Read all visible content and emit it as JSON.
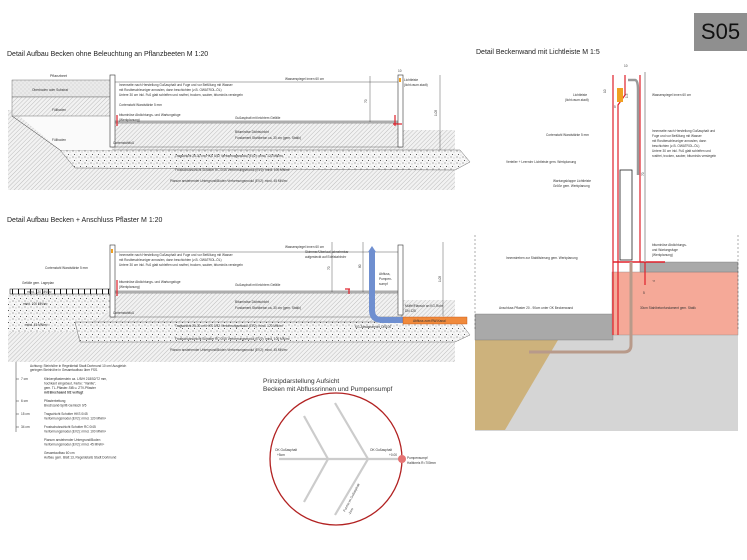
{
  "sheet_badge": "S05",
  "detail1": {
    "title": "Detail Aufbau Becken ohne Beleuchtung an Pflanzbeeten M 1:20",
    "labels": {
      "pflanzbeet": "Pflanzbeet",
      "oberboden": "Oberboden oder Substrat",
      "fuellboden1": "Füllboden",
      "fuellboden2": "Füllboden",
      "wasserspiegel": "Wasserspiegel innen 60 cm",
      "innenseite1": "Innenseite nach Herstellung Gußasphalt und Fuge und vor Befüllung mit Wasser",
      "innenseite2": "mit Rostbeschleuniger annoslen, dann beschichten (z.B. OWATROL-ÖL)",
      "innenseite3": "Untere 30 cm inkl. Fuß glatt schleifen und rostfrei, trocken, sauber, bituminös versiegeln",
      "cortenstahl": "Cortenstahl Wandstärke 5 mm",
      "fuge1": "bituminöse Abdichtungs- und Wartungsfuge",
      "fuge2": "(Werkplanung)",
      "gussasphalt": "Gußasphalt mit leichtem Gefälle",
      "dichtschicht": "Bituminöse Dichtschicht",
      "fundament": "Fundament Stahlbeton ca. 30 cm (gem. Statik)",
      "cortenstahlfuss": "Cortenstahlfuß",
      "tragschicht": "Tragschicht 25-30 cm HKS 0/32 Verformungsmodul (EV2): mind. 120 MN/m²",
      "frostschutz": "Frostschutzschicht Schotter RC 0/45 Verformungsmodul (EV2): mind. 100 MN/m²",
      "planum": "Planum anstehender Untergrund/Boden Verformungsmodul (EV2): mind. 45 MN/m²",
      "lichtleiste1": "Lichtleiste",
      "lichtleiste2": "(licht.raum.stadt)",
      "dim_70": "70",
      "dim_105": "1.05",
      "dim_10": "10"
    }
  },
  "detail2": {
    "title": "Detail Aufbau Becken + Anschluss Pflaster M 1:20",
    "labels": {
      "wasserspiegel": "Wasserspiegel innen 60 cm",
      "cortenstahl": "Cortenstahl Wandstärke 5 mm",
      "gefaelle": "Gefälle gem. Lageplan",
      "mind120": "mind. 120 MN/m²",
      "mind100": "mind. 100 MN/m²",
      "mind45": "mind. 45 MN/m²",
      "innenseite1": "Innenseite nach Herstellung Gußasphalt und Fuge und vor Befüllung mit Wasser",
      "innenseite2": "mit Rostbeschleuniger annoslen, dann beschichten (z.B. OWATROL-ÖL)",
      "innenseite3": "Untere 30 cm inkl. Fuß glatt schleifen und rostfrei, trocken, sauber, bituminös versiegeln",
      "fuge1": "bituminöse Abdichtungs- und Wartungsfuge",
      "fuge2": "(Werkplanung)",
      "gussasphalt": "Gußasphalt mit leichtem Gefälle",
      "skimmer1": "Skimmer/Überlauf, abnehmbar",
      "skimmer2": "aufgesteckt auf Edelstahlrohr",
      "abfluss_pumpe1": "Abfluss,",
      "abfluss_pumpe2": "Pumpen-",
      "abfluss_pumpe3": "sumpf",
      "muffe1": "Muffe/Flansch an KG-Rohr",
      "muffe2": "DN 125",
      "abfluss_kanal": "Abfluss zum RW-Kanal",
      "dichtschicht": "Bituminöse Dichtschicht",
      "fundament": "Fundament Stahlbeton ca. 30 cm (gem. Statik)",
      "cortenstahlfuss": "Cortenstahlfuß",
      "tragschicht": "Tragschicht 25-30 cm HKS 0/32 Verformungsmodul (EV2): mind. 120 MN/m²",
      "frostschutz": "Frostschutzschicht Schotter RC 0/45 Verformungsmodul (EV2): mind. 100 MN/m²",
      "planum": "Planum anstehender Untergrund/Boden Verformungsmodul (EV2): mind. 45 MN/m²",
      "kg_rohr": "KG-Abwasserrohr DN100",
      "dim_70": "70",
      "dim_80": "80",
      "dim_105": "1.05"
    },
    "legend_note1": "Achtung: Steinhöhe in Regeldetail Stadt Dortmund 10 cm! Ausgleich",
    "legend_note2": "geringen Steinhöhe in Gesamtaufbau über FSS.",
    "layers": [
      {
        "depth": "7 cm",
        "lines": [
          "Klinkerpflasterstein ca. L/B/H 218/52/72 mm,",
          "hochkant eingebaut, Farbe: \"Vanille\",",
          "gem. TL-Pflaster-StB u. ZTV-Pflaster",
          "mit Brechsand 0/2 verfugt"
        ]
      },
      {
        "depth": "6 cm",
        "lines": [
          "Pflasterbettung",
          "Brechsand-Splitt-Gemisch 0/5"
        ]
      },
      {
        "depth": "15 cm",
        "lines": [
          "Tragschicht Schotter HKS 0/45",
          "Verformungsmodul (EV2): mind. 120 MN/m²"
        ]
      },
      {
        "depth": "34 cm",
        "lines": [
          "Frostschutzschicht Schotter RC 0/45",
          "Verformungsmodul (EV2): mind. 100 MN/m²"
        ]
      },
      {
        "depth": "",
        "lines": [
          "Planum anstehender Untergrund/Boden",
          "Verformungsmodul (EV2): mind. 45 MN/m²"
        ]
      },
      {
        "depth": "",
        "lines": [
          "Gesamtaufbau 60 cm",
          "Aufbau gem. Blatt 13, Regeldetails Stadt Dortmund"
        ]
      }
    ]
  },
  "plan": {
    "title1": "Prinzipdarstellung Aufsicht",
    "title2": "Becken mit Abflussrinnen und Pumpensumpf",
    "ok_left1": "OK Gußasphalt",
    "ok_left2": "+5cm",
    "ok_right1": "OK Gußasphalt",
    "ok_right2": "+0.00",
    "pumpe1": "Pumpensumpf",
    "pumpe2": "Halbkreis R=700mm",
    "furche1": "Furche im Gußasphalt",
    "furche2": "-2cm"
  },
  "detail3": {
    "title": "Detail Beckenwand mit Lichtleiste  M 1:5",
    "labels": {
      "lichtleiste1": "Lichtleiste",
      "lichtleiste2": "(licht.raum.stadt)",
      "wasserspiegel": "Wasserspiegel innen 60 cm",
      "cortenstahl": "Cortenstahl Wandstärke 5 mm",
      "innenseite1": "Innenseite nach Herstellung Gußasphalt und",
      "innenseite2": "Fuge und vor Befüllung mit Wasser",
      "innenseite3": "mit Rostbeschleuniger annoslen, dann",
      "innenseite4": "beschichten (z.B. OWATROL-ÖL)",
      "innenseite5": "Untere 30 cm inkl. Fuß glatt schleifen und",
      "innenseite6": "rostfrei, trocken, sauber, bituminös versiegeln",
      "verteiler": "Verteiler + Leerrohr Lichtleiste gem. Werkplanung",
      "wartung1": "Wartungsklappe Lichtleiste",
      "wartung2": "Größe gem. Werkplanung",
      "fuge1": "bituminöse Abdichtungs-",
      "fuge2": "und Wartungsfuge",
      "fuge3": "(Werkplanung)",
      "innenstreben": "Innenstreben zur Stabilisierung gem. Werkplanung",
      "anschluss": "Anschluss Pflaster 20 - 90cm unter OK Beckenwand",
      "fundament": "30cm Stahlbetonfundament gem. Statik",
      "dim_10a": "10",
      "dim_10b": "10",
      "dim_15": "1.5",
      "dim_5a": "5",
      "dim_5b": "5",
      "dim_4": "4",
      "dim_70": "70"
    }
  },
  "colors": {
    "red": "#e0202a",
    "badge": "#8f8f8f",
    "pipe_blue": "#6f8fd0",
    "orange": "#f08a3c",
    "salmon": "#f5a998",
    "sand": "#cdb27c",
    "grey": "#a9a9a9",
    "lightgrey": "#d5d5d5",
    "circle": "#b22222"
  }
}
